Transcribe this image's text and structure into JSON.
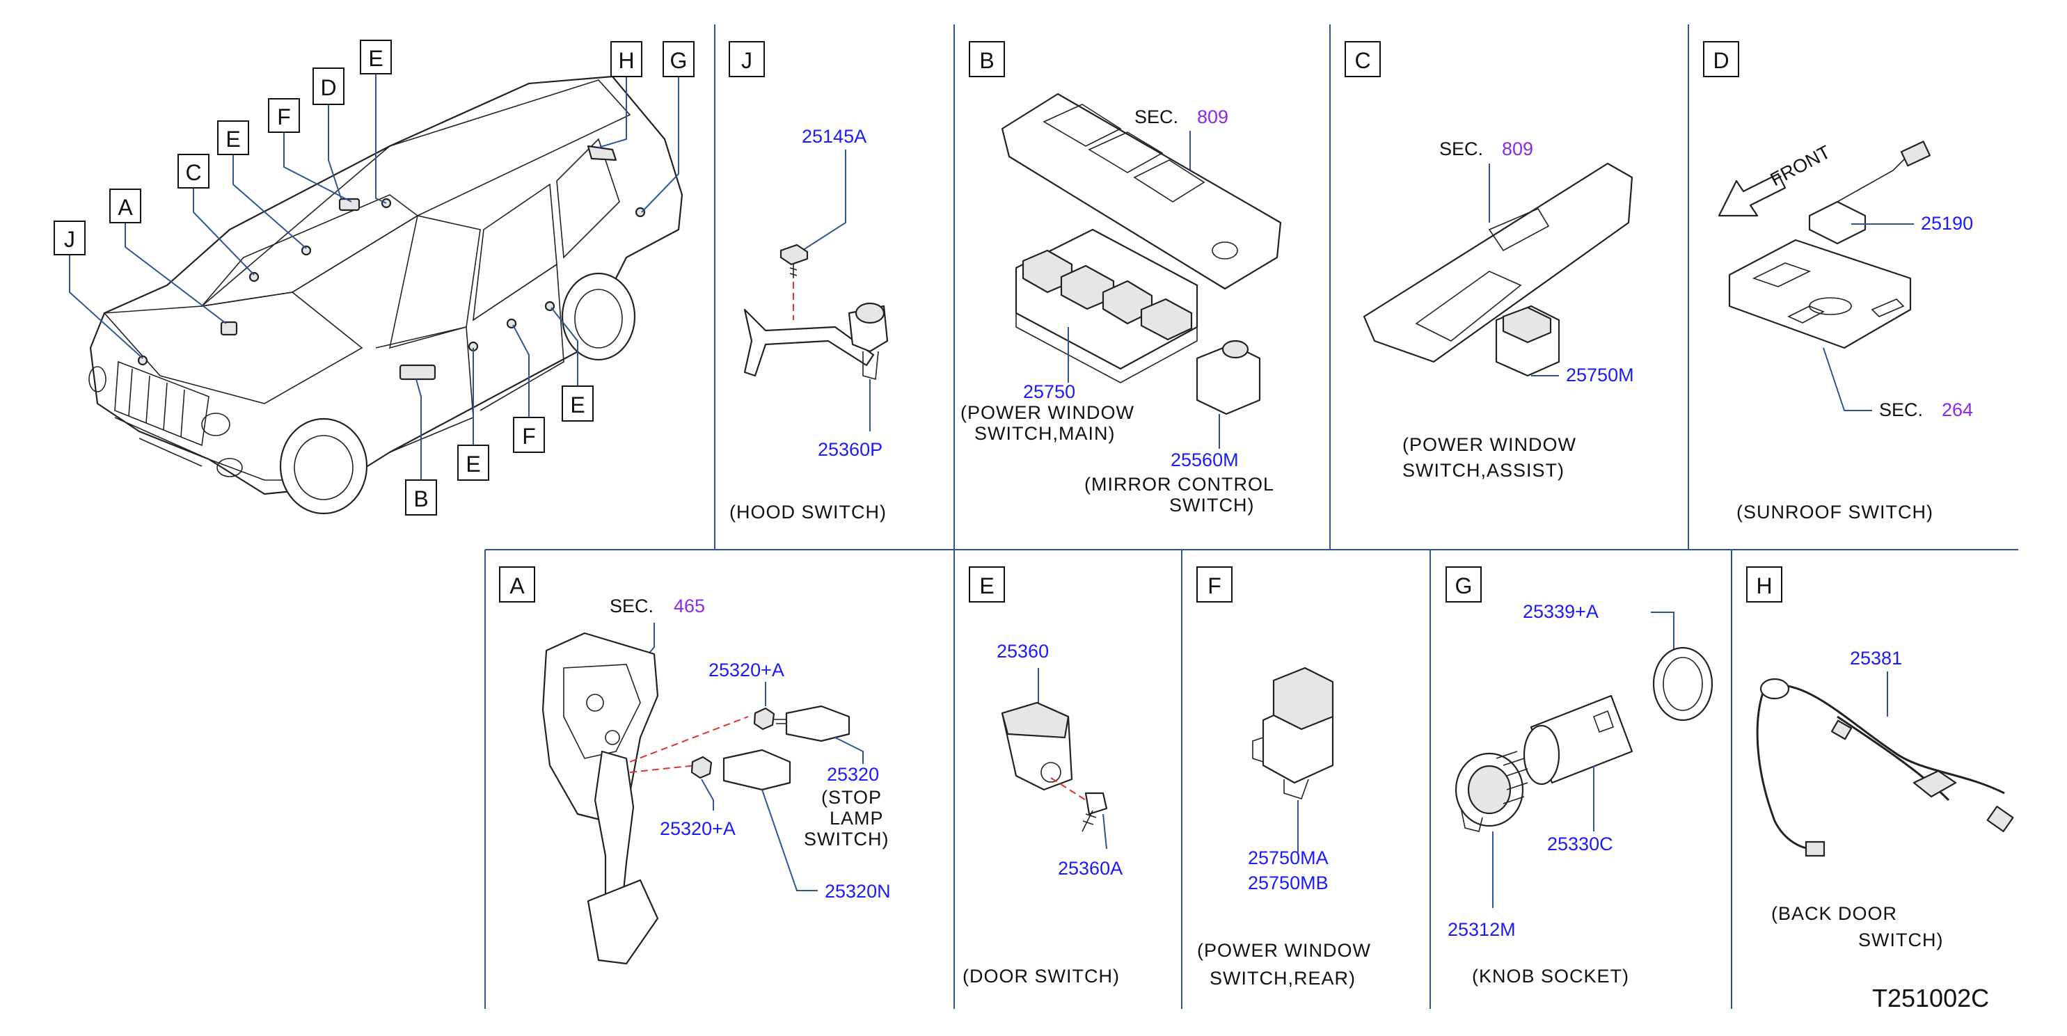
{
  "overview": {
    "callouts": [
      "J",
      "A",
      "C",
      "E",
      "F",
      "D",
      "E",
      "H",
      "G",
      "B",
      "E",
      "F",
      "E"
    ]
  },
  "panels": {
    "J": {
      "letter": "J",
      "part_top": "25145A",
      "part_bottom": "25360P",
      "caption": "(HOOD   SWITCH)"
    },
    "B": {
      "letter": "B",
      "sec_label": "SEC.",
      "sec_num": "809",
      "part_main": "25750",
      "main_caption_1": "(POWER   WINDOW",
      "main_caption_2": "SWITCH,MAIN)",
      "part_mirror": "25560M",
      "mirror_caption_1": "(MIRROR   CONTROL",
      "mirror_caption_2": "SWITCH)"
    },
    "C": {
      "letter": "C",
      "sec_label": "SEC.",
      "sec_num": "809",
      "part": "25750M",
      "caption_1": "(POWER   WINDOW",
      "caption_2": "SWITCH,ASSIST)"
    },
    "D": {
      "letter": "D",
      "front": "FRONT",
      "part": "25190",
      "sec_label": "SEC.",
      "sec_num": "264",
      "caption": "(SUNROOF   SWITCH)"
    },
    "A": {
      "letter": "A",
      "sec_label": "SEC.",
      "sec_num": "465",
      "part_nut_top": "25320+A",
      "part_switch": "25320",
      "switch_caption_1": "(STOP",
      "switch_caption_2": "LAMP",
      "switch_caption_3": "SWITCH)",
      "part_nut_bottom": "25320+A",
      "part_n": "25320N"
    },
    "E": {
      "letter": "E",
      "part": "25360",
      "part_screw": "25360A",
      "caption": "(DOOR   SWITCH)"
    },
    "F": {
      "letter": "F",
      "part_1": "25750MA",
      "part_2": "25750MB",
      "caption_1": "(POWER   WINDOW",
      "caption_2": "SWITCH,REAR)"
    },
    "G": {
      "letter": "G",
      "part_ring": "25339+A",
      "part_socket": "25330C",
      "part_knob": "25312M",
      "caption": "(KNOB   SOCKET)"
    },
    "H": {
      "letter": "H",
      "part": "25381",
      "caption_1": "(BACK   DOOR",
      "caption_2": "SWITCH)"
    }
  },
  "figure_code": "T251002C",
  "colors": {
    "part_number": "#1a1aff",
    "section_number": "#8a2be2",
    "frame_line": "#2f5597",
    "guide_line": "#e03030"
  }
}
